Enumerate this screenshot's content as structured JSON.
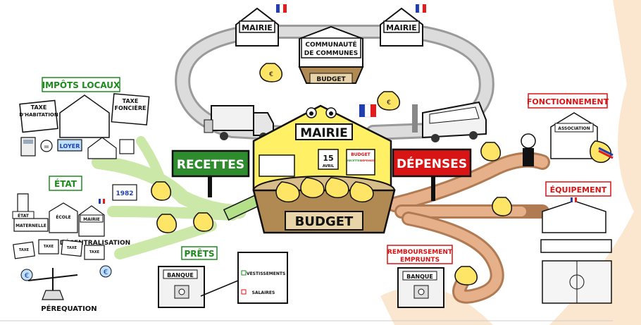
{
  "labels": {
    "mairie_top_left": "MAIRIE",
    "mairie_top_right": "MAIRIE",
    "communaute_line1": "COMMUNAUTÉ",
    "communaute_line2": "DE COMMUNES",
    "budget_top": "BUDGET",
    "mairie_center": "MAIRIE",
    "budget_main": "BUDGET",
    "recettes": "RECETTES",
    "depenses": "DÉPENSES",
    "impots_locaux": "IMPÔTS LOCAUX",
    "taxe_habitation_1": "TAXE",
    "taxe_habitation_2": "D'HABITATION",
    "taxe_fonciere_1": "TAXE",
    "taxe_fonciere_2": "FONCIÈRE",
    "loyer": "LOYER",
    "etat": "ÉTAT",
    "etat_sign": "ÉTAT",
    "maternelle": "MATERNELLE",
    "ecole": "ÉCOLE",
    "mairie_small": "MAIRIE",
    "decentralisation": "DÉCENTRALISATION",
    "year": "1982",
    "taxe_small": "TAXE",
    "perequation": "PÉREQUATION",
    "prets": "PRÊTS",
    "banque_left": "BANQUE",
    "investissements": "INVESTISSEMENTS",
    "salaires": "SALAIRES",
    "calendar_day": "15",
    "calendar_month": "AVRIL",
    "budget_board": "BUDGET",
    "board_recettes": "RECETTES",
    "board_depenses": "DÉPENSES",
    "fonctionnement": "FONCTIONNEMENT",
    "association": "ASSOCIATION",
    "equipement": "ÉQUIPEMENT",
    "remboursement_1": "REMBOURSEMENT",
    "remboursement_2": "EMPRUNTS",
    "banque_right": "BANQUE"
  },
  "colors": {
    "green_label": "#1f8a1f",
    "red_label": "#d81414",
    "sign_green": "#2e8b2e",
    "sign_red": "#d81414",
    "house_yellow": "#fff066",
    "basket_brown": "#b08a52",
    "pipe_brown": "#e6b08a",
    "flow_green": "#cce8a8",
    "road_gray": "#c8c8c8",
    "bg_peach": "#fbe6cf"
  },
  "icons": [
    "flag-icon",
    "euro-icon",
    "money-bag-icon",
    "bus-icon",
    "truck-icon",
    "calculator-icon",
    "safe-icon",
    "house-icon"
  ]
}
